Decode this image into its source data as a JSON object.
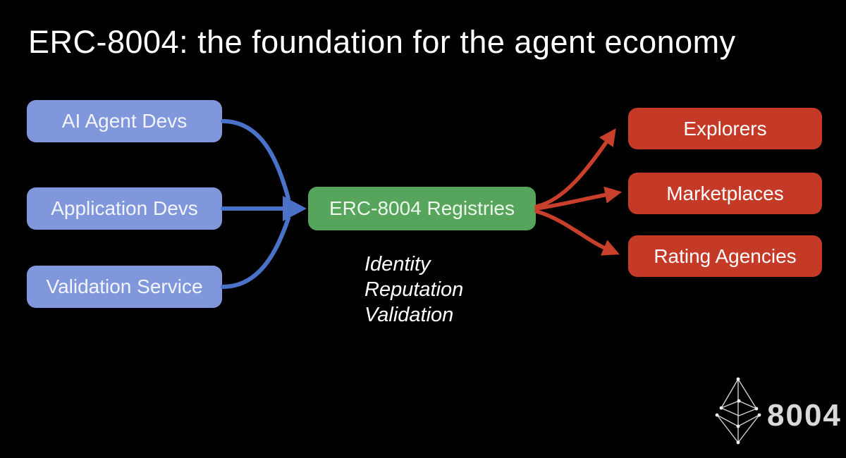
{
  "title": "ERC-8004: the foundation for the agent economy",
  "diagram": {
    "left_nodes": [
      {
        "label": "AI Agent Devs"
      },
      {
        "label": "Application Devs"
      },
      {
        "label": "Validation Service"
      }
    ],
    "center_node": {
      "label": "ERC-8004 Registries",
      "sublabels": [
        "Identity",
        "Reputation",
        "Validation"
      ]
    },
    "right_nodes": [
      {
        "label": "Explorers"
      },
      {
        "label": "Marketplaces"
      },
      {
        "label": "Rating Agencies"
      }
    ]
  },
  "logo": {
    "text": "8004",
    "icon": "ethereum-wireframe-diamond-icon"
  },
  "colors": {
    "background": "#000000",
    "title_text": "#ffffff",
    "left_node_fill": "#8197dc",
    "left_node_text": "#f2f5fd",
    "blue_arrow": "#4a72c8",
    "center_node_fill": "#57a55c",
    "center_node_text": "#ecf8ec",
    "right_node_fill": "#c43a27",
    "right_node_text": "#ffffff",
    "red_arrow": "#c8402c",
    "logo_color": "#d9d9d9"
  }
}
